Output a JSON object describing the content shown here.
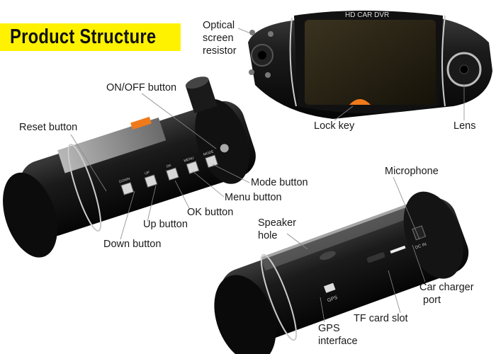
{
  "title": "Product Structure",
  "device_text": {
    "brand": "HD CAR DVR",
    "buttons": [
      "DOWN",
      "UP",
      "OK",
      "MENU",
      "MODE"
    ],
    "gps_port": "GPS",
    "dc_port": "DC IN"
  },
  "labels": {
    "optical": [
      "Optical",
      "screen",
      "resistor"
    ],
    "lock_key": "Lock key",
    "lens": "Lens",
    "on_off": "ON/OFF button",
    "reset": "Reset button",
    "mode": "Mode button",
    "menu": "Menu button",
    "ok": "OK button",
    "up": "Up button",
    "down": "Down button",
    "microphone": "Microphone",
    "speaker": [
      "Speaker",
      "hole"
    ],
    "charger": [
      "Car charger",
      "port"
    ],
    "tf": "TF card slot",
    "gps": [
      "GPS",
      "interface"
    ]
  },
  "colors": {
    "title_bg": "#fff200",
    "body": "#151515",
    "accent": "#f07a1a"
  }
}
